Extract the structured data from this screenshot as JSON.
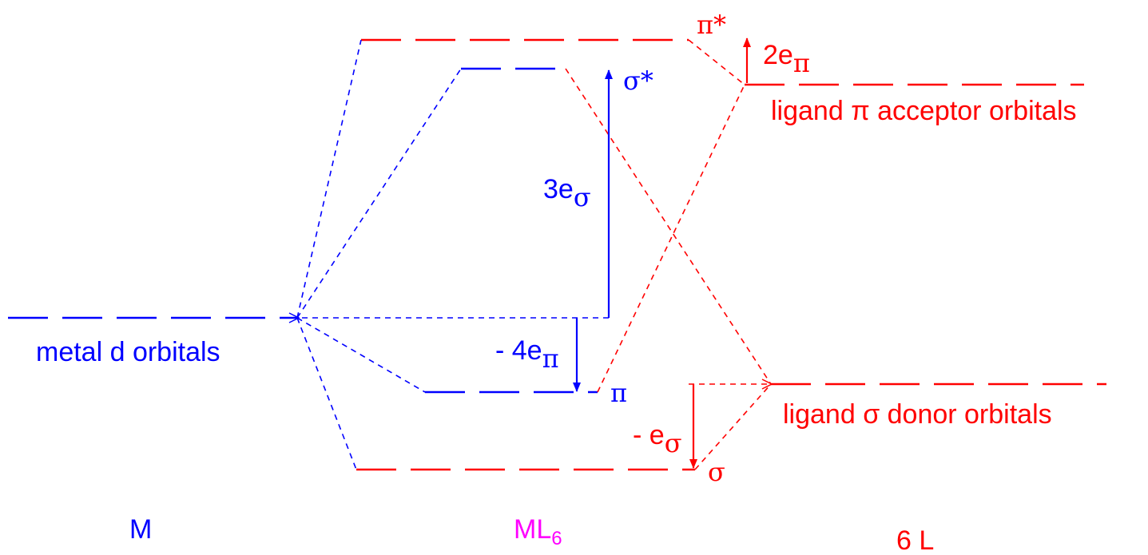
{
  "colors": {
    "metal": "#0000ff",
    "ligand": "#ff0000",
    "complex": "#ff00ff"
  },
  "labels": {
    "metal_d": "metal d orbitals",
    "ligand_pi": "ligand π acceptor orbitals",
    "ligand_sigma": "ligand σ donor orbitals",
    "sigma_star": "σ*",
    "pi_star": "π*",
    "pi": "π",
    "sigma": "σ",
    "col_m": "M",
    "col_ml6_base": "ML",
    "col_ml6_sub": "6",
    "col_6l": "6 L"
  },
  "energies": {
    "three_e_sigma": {
      "base": "3e",
      "sub": "σ"
    },
    "minus_four_e_pi": {
      "base": "- 4e",
      "sub": "π"
    },
    "two_e_pi": {
      "base": "2e",
      "sub": "π"
    },
    "minus_e_sigma": {
      "base": "- e",
      "sub": "σ"
    }
  }
}
